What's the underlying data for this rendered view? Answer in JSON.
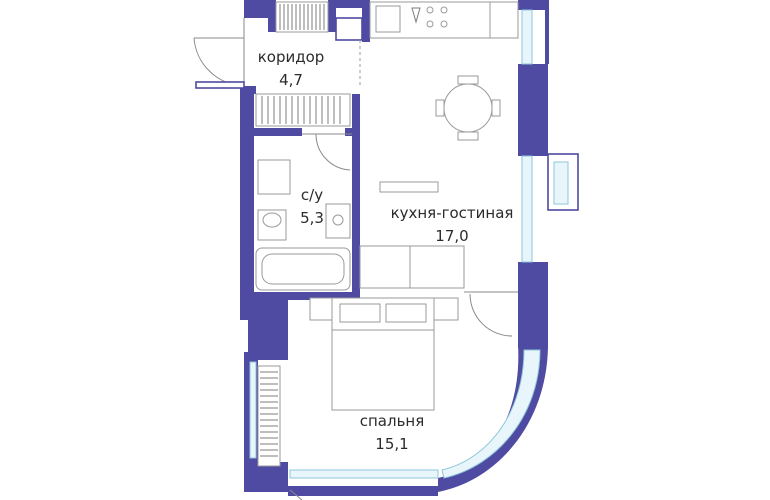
{
  "rooms": [
    {
      "id": "corridor",
      "name": "коридор",
      "area": "4,7"
    },
    {
      "id": "bathroom",
      "name": "с/у",
      "area": "5,3"
    },
    {
      "id": "kitchen-living",
      "name": "кухня-гостиная",
      "area": "17,0"
    },
    {
      "id": "bedroom",
      "name": "спальня",
      "area": "15,1"
    }
  ],
  "colors": {
    "wall": "#4f4aa2",
    "window": "#8cc6d8",
    "fixture_stroke": "#9a9a9a",
    "text": "#2b2b2b"
  }
}
